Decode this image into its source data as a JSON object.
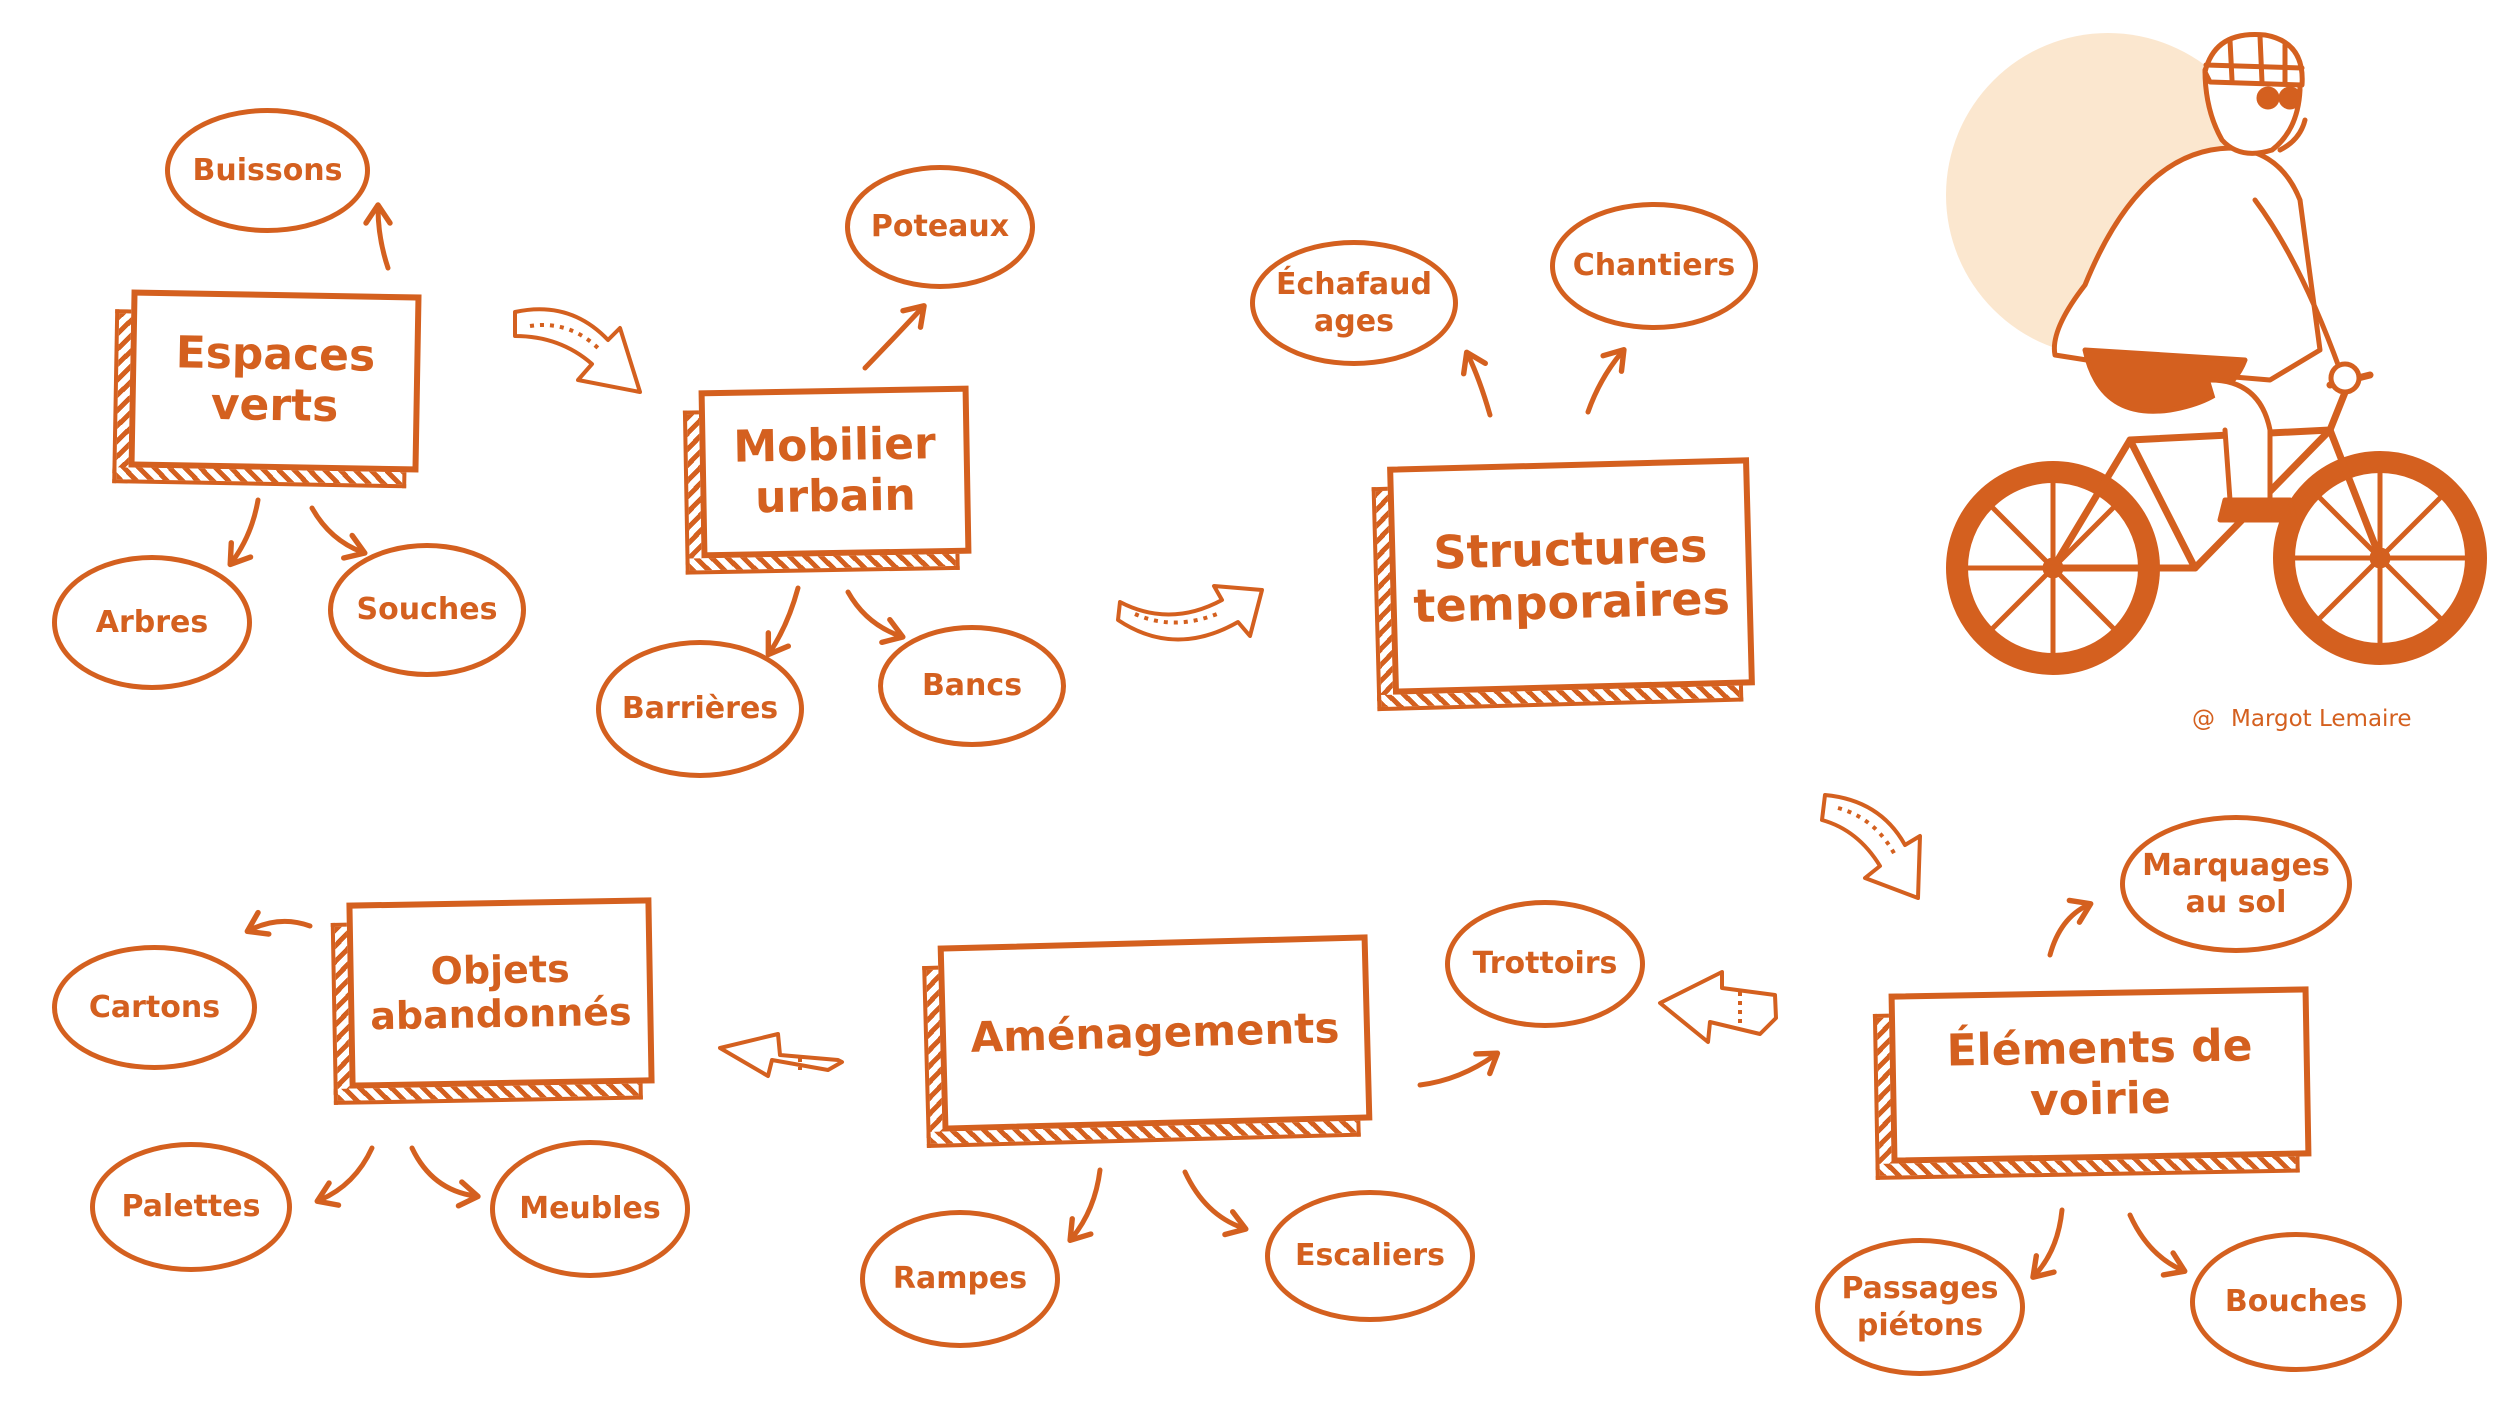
{
  "colors": {
    "accent": "#d4601f",
    "sun": "#fbe7cf",
    "background": "#ffffff"
  },
  "credit": {
    "symbol": "@",
    "author": "Margot Lemaire"
  },
  "boxes": {
    "espaces_verts": "Espaces verts",
    "mobilier_urbain": "Mobilier urbain",
    "structures_temporaires": "Structures temporaires",
    "objets_abandonnes": "Objets abandonnés",
    "amenagements": "Aménagements",
    "elements_de_voirie": "Éléments de voirie"
  },
  "leaves": {
    "buissons": "Buissons",
    "arbres": "Arbres",
    "souches": "Souches",
    "poteaux": "Poteaux",
    "barrieres": "Barrières",
    "bancs": "Bancs",
    "echafaudages": "Échafaud ages",
    "chantiers": "Chantiers",
    "cartons": "Cartons",
    "palettes": "Palettes",
    "meubles": "Meubles",
    "rampes": "Rampes",
    "escaliers": "Escaliers",
    "trottoirs": "Trottoirs",
    "marquages": "Marquages au sol",
    "passages": "Passages piétons",
    "bouches": "Bouches"
  },
  "illustration": {
    "icon": "cyclist-illustration"
  }
}
